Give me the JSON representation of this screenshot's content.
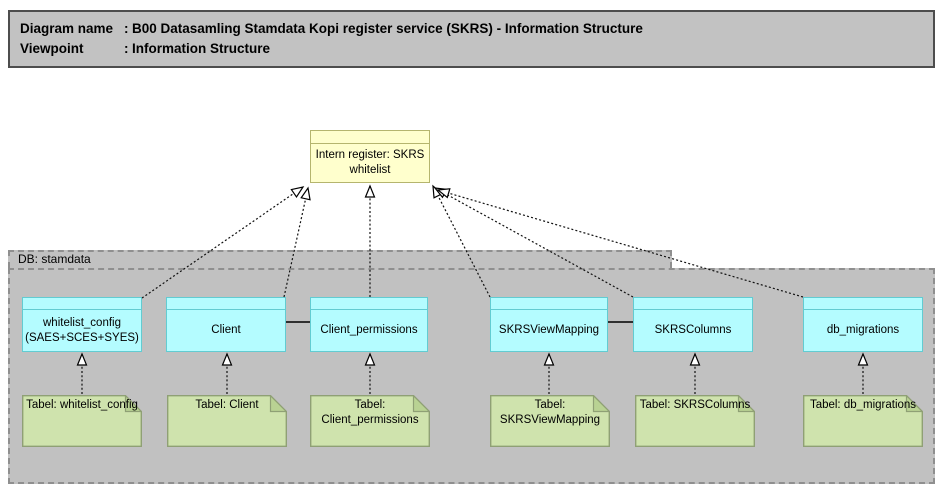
{
  "header": {
    "rows": [
      {
        "label": "Diagram name",
        "colon": ":",
        "value": "B00 Datasamling Stamdata Kopi register service (SKRS) - Information Structure"
      },
      {
        "label": "Viewpoint",
        "colon": ":",
        "value": "Information Structure"
      }
    ]
  },
  "register": {
    "label": "Intern register: SKRS whitelist"
  },
  "db": {
    "title": "DB: stamdata",
    "entities": [
      {
        "label": "whitelist_config (SAES+SCES+SYES)"
      },
      {
        "label": "Client"
      },
      {
        "label": "Client_permissions"
      },
      {
        "label": "SKRSViewMapping"
      },
      {
        "label": "SKRSColumns"
      },
      {
        "label": "db_migrations"
      }
    ],
    "tables": [
      {
        "label": "Tabel: whitelist_config"
      },
      {
        "label": "Tabel: Client"
      },
      {
        "label": "Tabel: Client_permissions"
      },
      {
        "label": "Tabel: SKRSViewMapping"
      },
      {
        "label": "Tabel: SKRSColumns"
      },
      {
        "label": "Tabel: db_migrations"
      }
    ]
  },
  "colors": {
    "header-bg": "#c2c2c2",
    "group-bg": "#c1c1c1",
    "group-border": "#8f8f8f",
    "register-fill": "#ffffcd",
    "register-border": "#b5b56e",
    "entity-fill": "#b4fcff",
    "entity-border": "#62ccd2",
    "note-fill": "#cfe3ad",
    "note-border": "#8fa075",
    "note-fold": "#b9d293"
  }
}
